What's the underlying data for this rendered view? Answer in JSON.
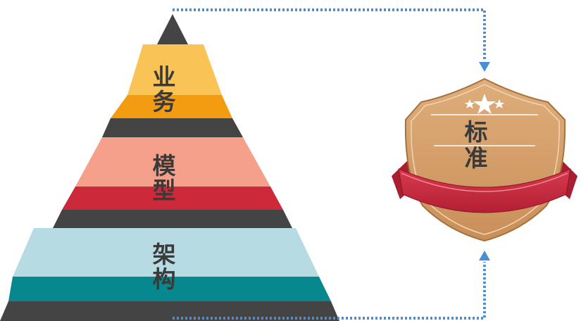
{
  "pyramid": {
    "tiers": [
      {
        "label": "业务",
        "top_color": "#f9c356",
        "bottom_color": "#f39c12"
      },
      {
        "label": "模型",
        "top_color": "#f4a08b",
        "bottom_color": "#cc2a3b"
      },
      {
        "label": "架构",
        "top_color": "#b6dbe3",
        "bottom_color": "#07878e"
      }
    ],
    "separator_color": "#444444"
  },
  "badge": {
    "label": "标准",
    "shield_color": "#d9a46e",
    "ribbon_color": "#c9283d",
    "star_color": "#ffffff"
  },
  "connector": {
    "color": "#4a8fd6"
  }
}
